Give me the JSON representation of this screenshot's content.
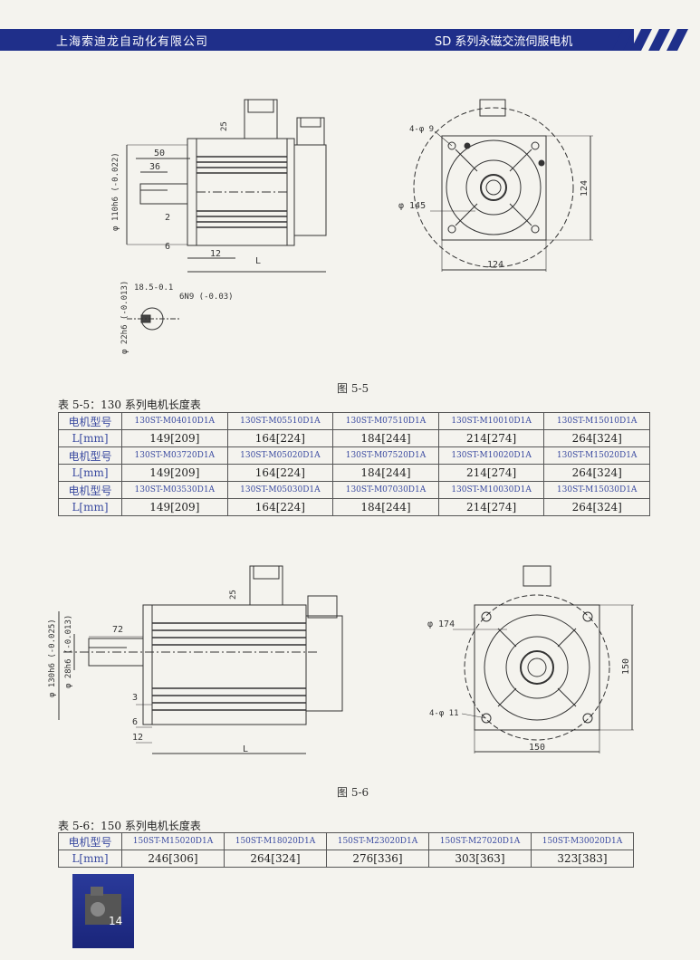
{
  "header": {
    "company": "上海索迪龙自动化有限公司",
    "series_title": "SD 系列永磁交流伺服电机"
  },
  "fig1": {
    "caption": "图 5-5",
    "dims": {
      "d50": "50",
      "d36": "36",
      "d25": "25",
      "d2": "2",
      "d6": "6",
      "d12": "12",
      "dL": "L",
      "shaft_dia": "φ 110h6 (-0.022)",
      "key_len": "18.5-0.1",
      "key_width": "6N9 (-0.03)",
      "shaft_small": "φ 22h6 (-0.013)",
      "holes": "4-φ 9",
      "pcd": "φ 145",
      "side_v": "124",
      "side_h": "124"
    }
  },
  "table1": {
    "title": "表 5-5：130 系列电机长度表",
    "model_label": "电机型号",
    "len_label": "L[mm]",
    "groups": [
      {
        "models": [
          "130ST-M04010D1A",
          "130ST-M05510D1A",
          "130ST-M07510D1A",
          "130ST-M10010D1A",
          "130ST-M15010D1A"
        ],
        "lengths": [
          "149[209]",
          "164[224]",
          "184[244]",
          "214[274]",
          "264[324]"
        ]
      },
      {
        "models": [
          "130ST-M03720D1A",
          "130ST-M05020D1A",
          "130ST-M07520D1A",
          "130ST-M10020D1A",
          "130ST-M15020D1A"
        ],
        "lengths": [
          "149[209]",
          "164[224]",
          "184[244]",
          "214[274]",
          "264[324]"
        ]
      },
      {
        "models": [
          "130ST-M03530D1A",
          "130ST-M05030D1A",
          "130ST-M07030D1A",
          "130ST-M10030D1A",
          "130ST-M15030D1A"
        ],
        "lengths": [
          "149[209]",
          "164[224]",
          "184[244]",
          "214[274]",
          "264[324]"
        ]
      }
    ]
  },
  "fig2": {
    "caption": "图 5-6",
    "dims": {
      "d72": "72",
      "d25": "25",
      "d3": "3",
      "d6": "6",
      "d12": "12",
      "dL": "L",
      "shaft_dia": "φ 130h6 (-0.025)",
      "shaft_small": "φ 28h6 (-0.013)",
      "pcd": "φ 174",
      "holes": "4-φ 11",
      "side_v": "150",
      "side_h": "150"
    }
  },
  "table2": {
    "title": "表 5-6：150 系列电机长度表",
    "model_label": "电机型号",
    "len_label": "L[mm]",
    "models": [
      "150ST-M15020D1A",
      "150ST-M18020D1A",
      "150ST-M23020D1A",
      "150ST-M27020D1A",
      "150ST-M30020D1A"
    ],
    "lengths": [
      "246[306]",
      "264[324]",
      "276[336]",
      "303[363]",
      "323[383]"
    ]
  },
  "footer": {
    "page_number": "14"
  },
  "colors": {
    "header_blue": "#1f2f8a",
    "table_blue": "#3a4aa0"
  }
}
